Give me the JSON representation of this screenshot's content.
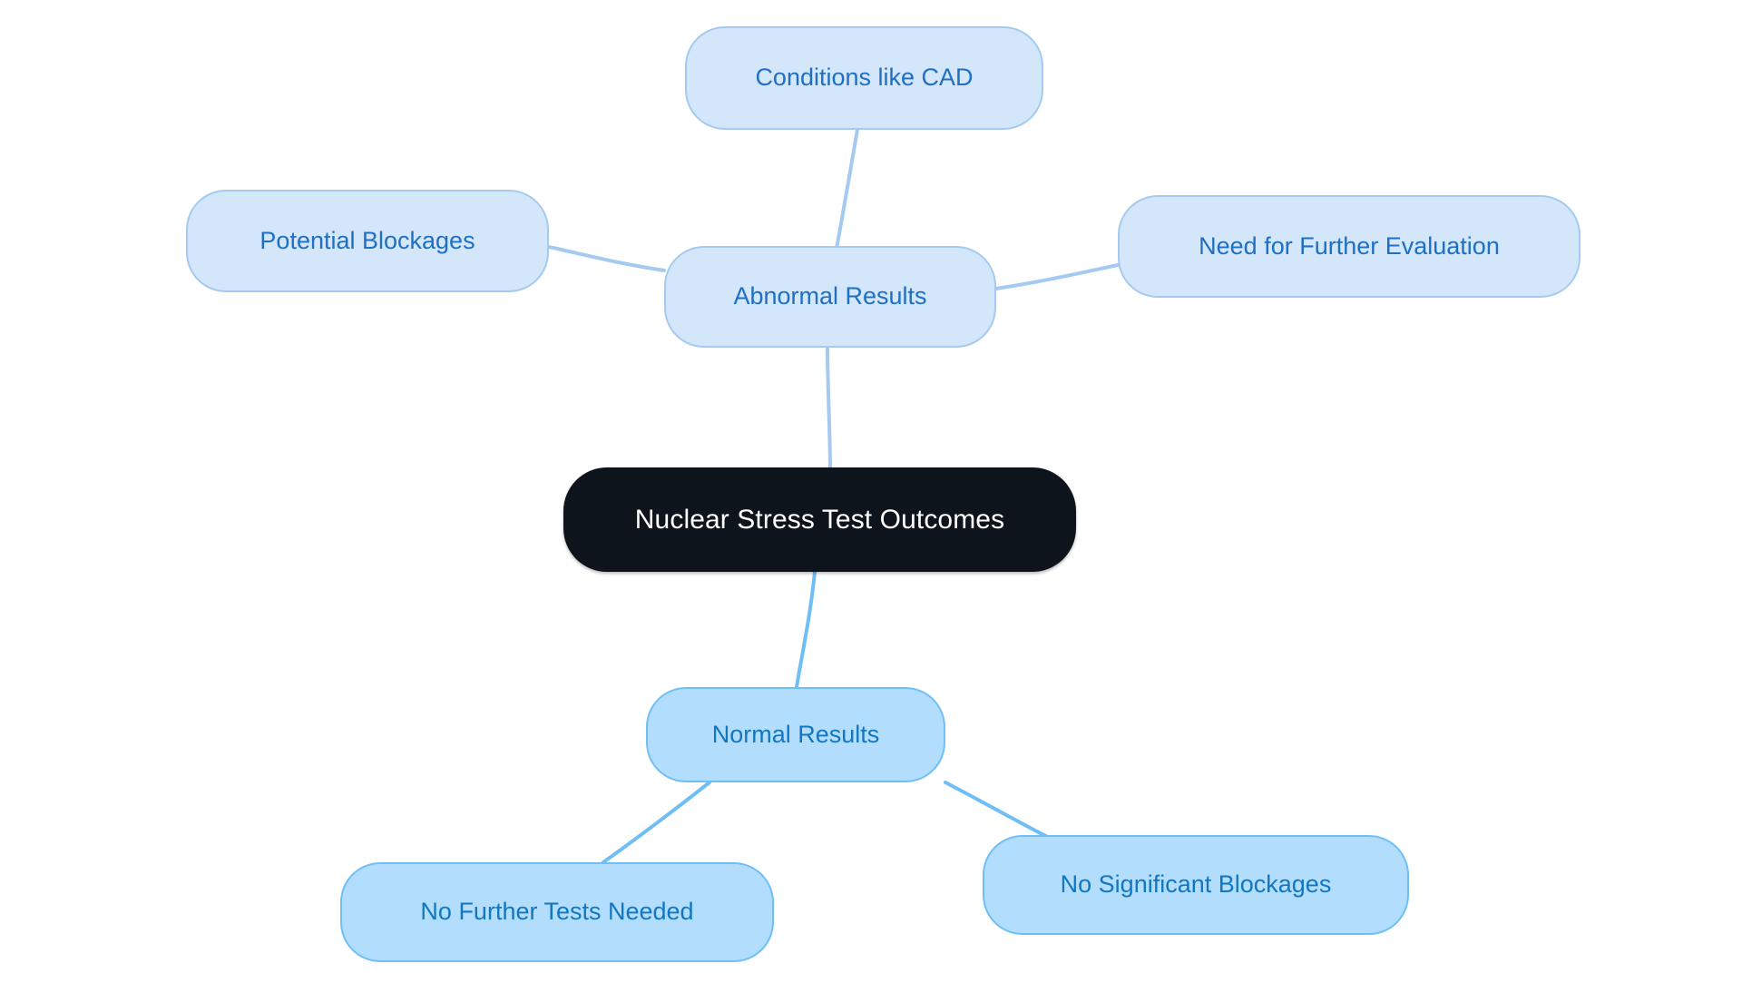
{
  "diagram": {
    "type": "mindmap",
    "background_color": "#ffffff",
    "root": {
      "id": "root",
      "label": "Nuclear Stress Test Outcomes",
      "fill": "#0d141b",
      "text_color": "#ffffff"
    },
    "branches": [
      {
        "id": "abnormal-results",
        "label": "Abnormal Results",
        "fill": "#d4e6fa",
        "border": "#a5caef",
        "text_color": "#1f6fc2",
        "edge_color": "#a5caef",
        "children": [
          {
            "id": "conditions-like-cad",
            "label": "Conditions like CAD",
            "fill": "#d4e6fa",
            "border": "#a5caef",
            "text_color": "#1f6fc2"
          },
          {
            "id": "potential-blockages",
            "label": "Potential Blockages",
            "fill": "#d4e6fa",
            "border": "#a5caef",
            "text_color": "#1f6fc2"
          },
          {
            "id": "need-for-further-evaluation",
            "label": "Need for Further Evaluation",
            "fill": "#d4e6fa",
            "border": "#a5caef",
            "text_color": "#1f6fc2"
          }
        ]
      },
      {
        "id": "normal-results",
        "label": "Normal Results",
        "fill": "#b3ddfc",
        "border": "#6fbff6",
        "text_color": "#1277c0",
        "edge_color": "#6fbff6",
        "children": [
          {
            "id": "no-further-tests-needed",
            "label": "No Further Tests Needed",
            "fill": "#b3ddfc",
            "border": "#6fbff6",
            "text_color": "#1277c0"
          },
          {
            "id": "no-significant-blockages",
            "label": "No Significant Blockages",
            "fill": "#b3ddfc",
            "border": "#6fbff6",
            "text_color": "#1277c0"
          }
        ]
      }
    ]
  }
}
